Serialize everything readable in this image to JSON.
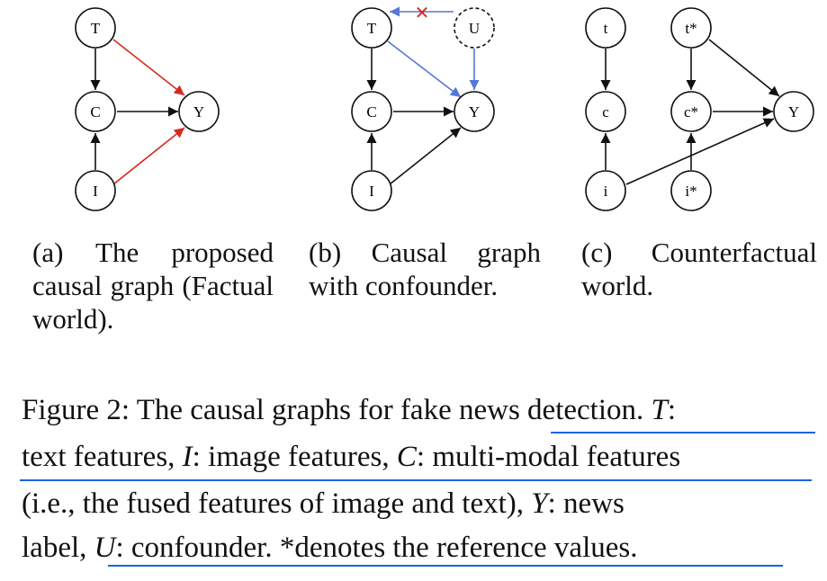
{
  "colors": {
    "edge": "#111111",
    "highlight_red": "#d3291f",
    "highlight_blue": "#5577d6",
    "cut_mark": "#d3291f",
    "annotation_underline": "#1a63e6"
  },
  "graphs": {
    "a": {
      "nodes": {
        "T": "T",
        "C": "C",
        "I": "I",
        "Y": "Y"
      }
    },
    "b": {
      "nodes": {
        "T": "T",
        "U": "U",
        "C": "C",
        "I": "I",
        "Y": "Y"
      },
      "cut_mark": "✕"
    },
    "c": {
      "nodes": {
        "t": "t",
        "c": "c",
        "i": "i",
        "ts": "t*",
        "cs": "c*",
        "is": "i*",
        "Y": "Y"
      }
    }
  },
  "subcaptions": {
    "a": "(a) The proposed causal graph (Factual world).",
    "b": "(b) Causal graph with confounder.",
    "c": "(c) Counterfactual world."
  },
  "caption": {
    "line1": {
      "pre": "Figure 2: The causal graphs for fake news detection. ",
      "var": "T",
      "post": ":"
    },
    "line2": {
      "pre": "text features, ",
      "var1": "I",
      "mid": ": image features, ",
      "var2": "C",
      "post": ": multi-modal features"
    },
    "line3": {
      "pre": "(i.e., the fused features of image and text), ",
      "var": "Y",
      "post": ": news"
    },
    "line4": {
      "pre": "label, ",
      "var": "U",
      "post": ": confounder. *denotes the reference values."
    }
  }
}
